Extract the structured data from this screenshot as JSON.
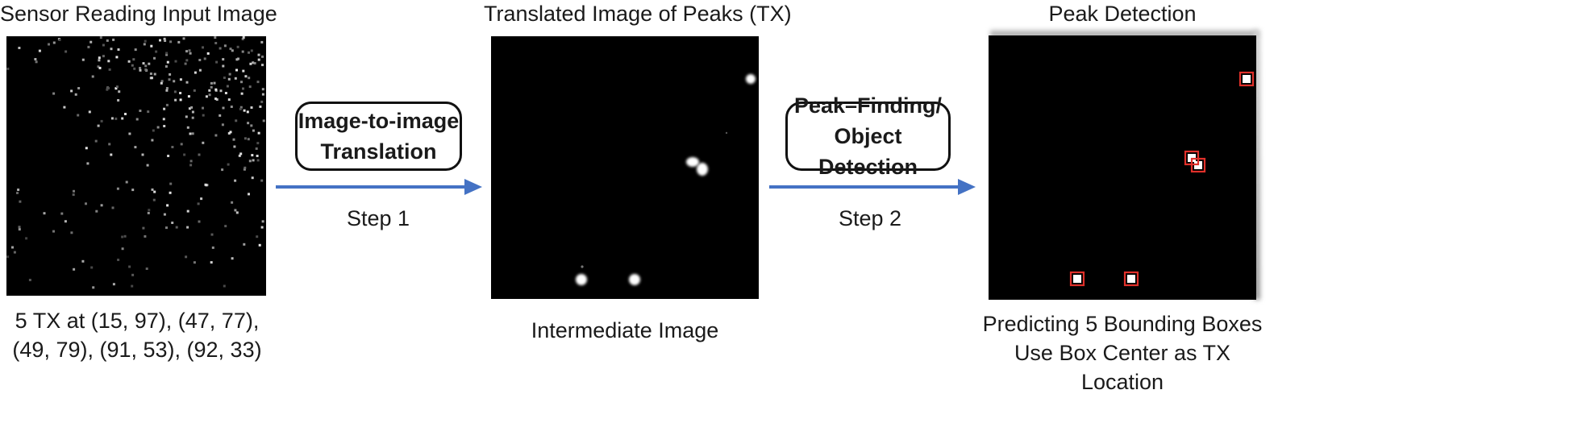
{
  "panels": {
    "input": {
      "title": "Sensor Reading Input Image",
      "caption_line1": "5 TX at (15, 97), (47, 77),",
      "caption_line2": "(49, 79), (91, 53), (92, 33)"
    },
    "intermediate": {
      "title": "Translated Image of Peaks (TX)",
      "caption": "Intermediate Image"
    },
    "detection": {
      "title": "Peak Detection",
      "caption_line1": "Predicting 5 Bounding Boxes",
      "caption_line2": "Use Box Center as TX Location"
    }
  },
  "steps": [
    {
      "box_line1": "Image-to-image",
      "box_line2": "Translation",
      "label": "Step 1"
    },
    {
      "box_line1": "Peak–Finding/",
      "box_line2": "Object Detection",
      "label": "Step 2"
    }
  ],
  "colors": {
    "arrow": "#4472c4",
    "bbox": "#e0302a",
    "panel_bg": "#000000"
  }
}
